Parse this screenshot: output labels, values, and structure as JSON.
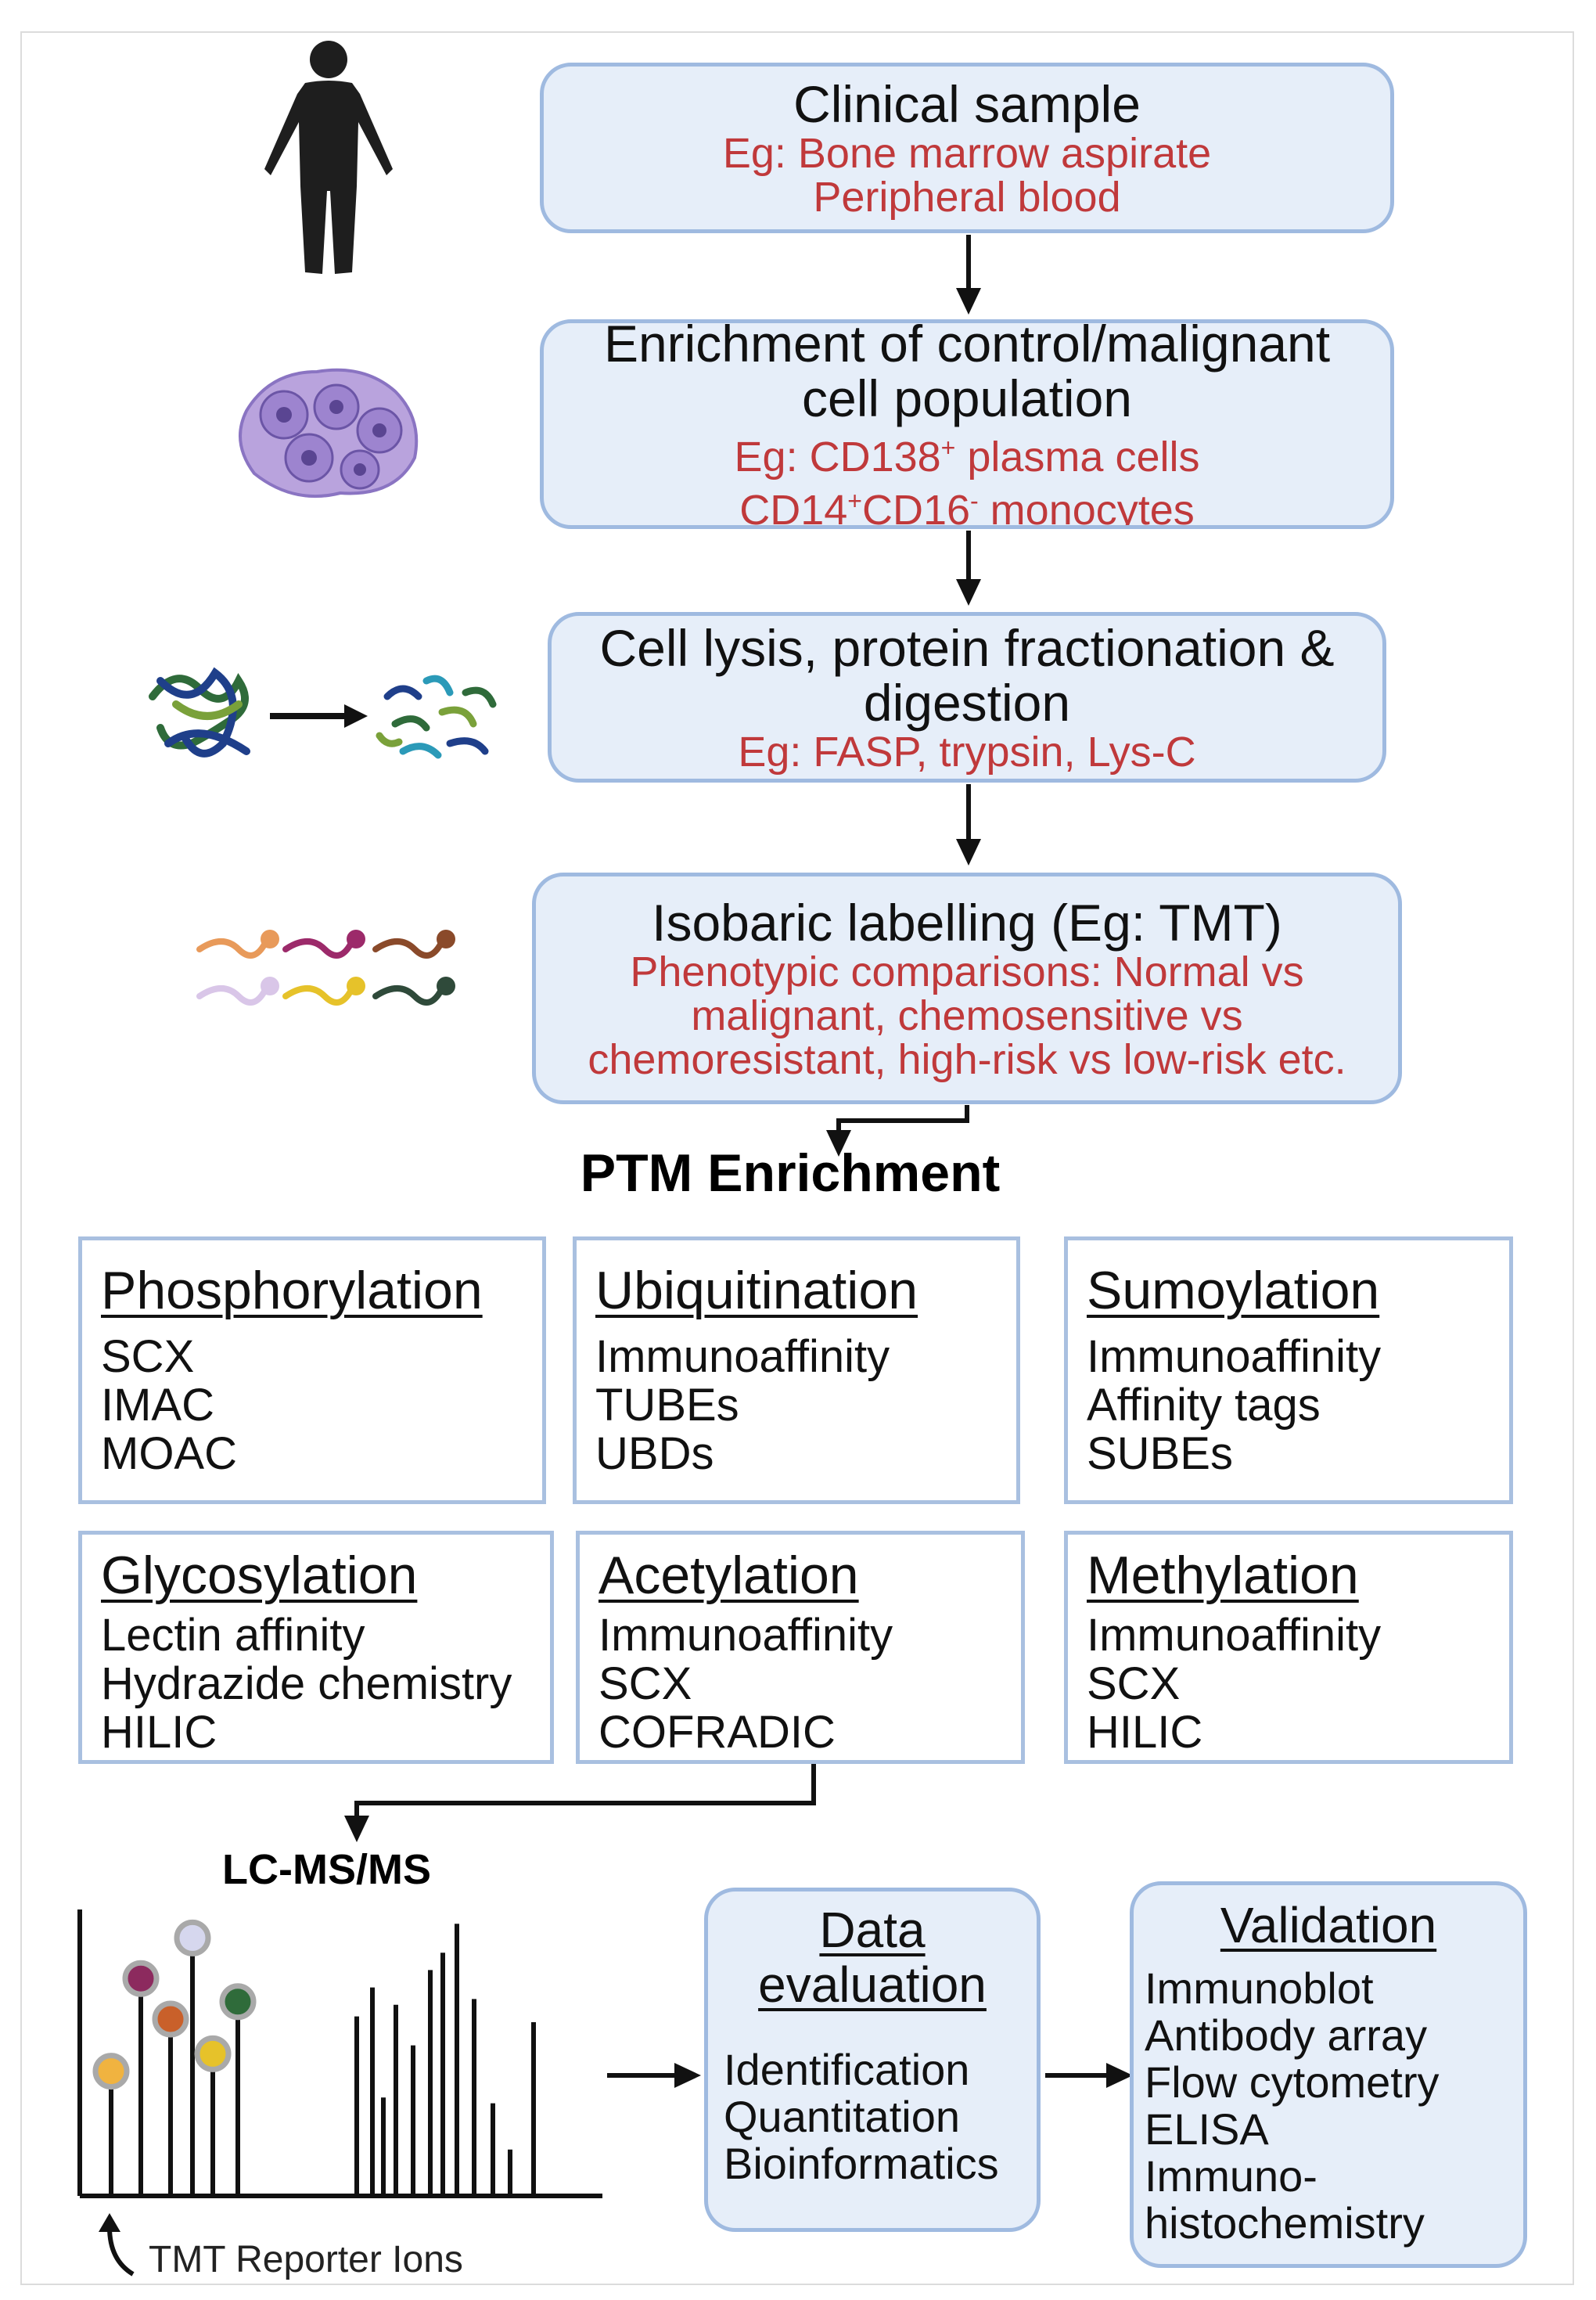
{
  "flow_steps": [
    {
      "title": "Clinical sample",
      "subtitle": [
        "Eg: Bone marrow aspirate",
        "Peripheral blood"
      ]
    },
    {
      "title": [
        "Enrichment of control/malignant",
        "cell population"
      ],
      "subtitle": [
        "Eg: CD138",
        "+",
        " plasma cells",
        "CD14",
        "+",
        "CD16",
        "-",
        " monocytes"
      ]
    },
    {
      "title": [
        "Cell lysis, protein fractionation &",
        "digestion"
      ],
      "subtitle": [
        "Eg: FASP, trypsin, Lys-C"
      ]
    },
    {
      "title": "Isobaric labelling (Eg: TMT)",
      "subtitle": [
        "Phenotypic comparisons: Normal vs",
        "malignant, chemosensitive vs",
        "chemoresistant, high-risk vs low-risk etc."
      ]
    }
  ],
  "ptm": {
    "heading": "PTM Enrichment",
    "boxes": [
      {
        "title": "Phosphorylation",
        "items": [
          "SCX",
          "IMAC",
          "MOAC"
        ]
      },
      {
        "title": "Ubiquitination",
        "items": [
          "Immunoaffinity",
          "TUBEs",
          "UBDs"
        ]
      },
      {
        "title": "Sumoylation",
        "items": [
          "Immunoaffinity",
          "Affinity tags",
          "SUBEs"
        ]
      },
      {
        "title": "Glycosylation",
        "items": [
          "Lectin affinity",
          "Hydrazide chemistry",
          "HILIC"
        ]
      },
      {
        "title": "Acetylation",
        "items": [
          "Immunoaffinity",
          "SCX",
          "COFRADIC"
        ]
      },
      {
        "title": "Methylation",
        "items": [
          "Immunoaffinity",
          "SCX",
          "HILIC"
        ]
      }
    ]
  },
  "lcms": {
    "label": "LC-MS/MS",
    "reporter_label": "TMT Reporter Ions",
    "reporter_dot_colors": [
      "#f0b340",
      "#8c2a5e",
      "#c9602a",
      "#d6d7ee",
      "#e6c22a",
      "#2f6b3a"
    ],
    "relative_peak_heights": [
      0.42,
      0.74,
      0.6,
      0.88,
      0.48,
      0.66,
      0.62,
      0.72,
      0.34,
      0.66,
      0.52,
      0.78,
      0.84,
      0.94,
      0.68,
      0.32,
      0.16,
      0.6
    ]
  },
  "data_evaluation": {
    "title": [
      "Data",
      "evaluation"
    ],
    "items": [
      "Identification",
      "Quantitation",
      "Bioinformatics"
    ]
  },
  "validation": {
    "title": "Validation",
    "items": [
      "Immunoblot",
      "Antibody array",
      "Flow cytometry",
      "ELISA",
      "Immuno-",
      "histochemistry"
    ]
  }
}
